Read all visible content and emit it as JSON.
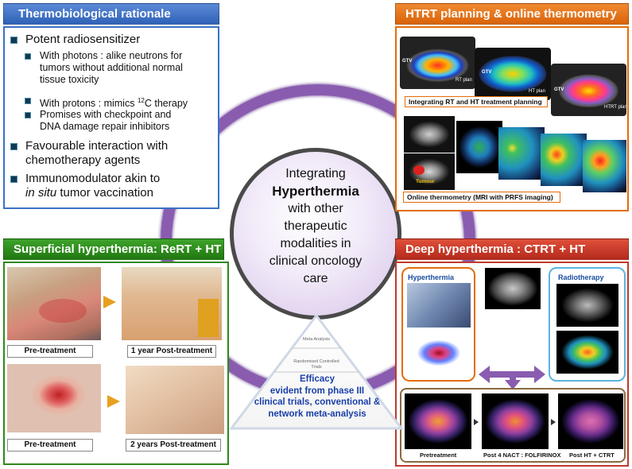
{
  "center": {
    "l1": "Integrating",
    "l2": "Hyperthermia",
    "l3": "with other",
    "l4": "therapeutic",
    "l5": "modalities in",
    "l6": "clinical oncology",
    "l7": "care"
  },
  "rationale": {
    "title": "Thermobiological  rationale",
    "b1": "Potent radiosensitizer",
    "s1a": "With photons : alike neutrons for",
    "s1b": "tumors without additional normal",
    "s1c": "tissue toxicity",
    "s2": "With protons : mimics ",
    "s2sup": "12",
    "s2end": "C therapy",
    "s3a": " Promises with checkpoint and",
    "s3b": "DNA damage repair inhibitors",
    "b2a": "Favourable interaction with",
    "b2b": "chemotherapy agents",
    "b3a": "Immunomodulator akin to",
    "b3b_it": "in situ",
    "b3b": " tumor vaccination"
  },
  "htrt": {
    "title": "HTRT planning & online thermometry",
    "gtv": "GTV",
    "rt_plan": "RT plan",
    "ht_plan": "HT plan",
    "htrt_plan": "HTRT plan",
    "caption1": "Integrating RT and HT treatment planning",
    "tumour": "Tumour",
    "caption2": "Online thermometry (MRI with PRFS imaging)"
  },
  "superficial": {
    "title": "Superficial hyperthermia:  ReRT + HT",
    "pre1": "Pre-treatment",
    "post1": "1 year Post-treatment",
    "pre2": "Pre-treatment",
    "post2": "2 years Post-treatment"
  },
  "deep": {
    "title": "Deep hyperthermia  : CTRT + HT",
    "hyperthermia": "Hyperthermia",
    "radiotherapy": "Radiotherapy",
    "pretreatment": "Pretreatment",
    "post_nact": "Post 4 NACT : FOLFIRINOX",
    "post_ht": "Post HT + CTRT"
  },
  "pyramid": {
    "top": "Meta Analysis",
    "mid": "Randomised Controlled Trials",
    "l1": "Efficacy",
    "l2": "evident from phase III",
    "l3": "clinical trials, conventional &",
    "l4": "network meta-analysis"
  },
  "colors": {
    "blue": "#3a72c6",
    "orange": "#e46c0a",
    "green": "#2f8a1c",
    "red": "#c0392b",
    "ring": "#7b4fa2"
  }
}
